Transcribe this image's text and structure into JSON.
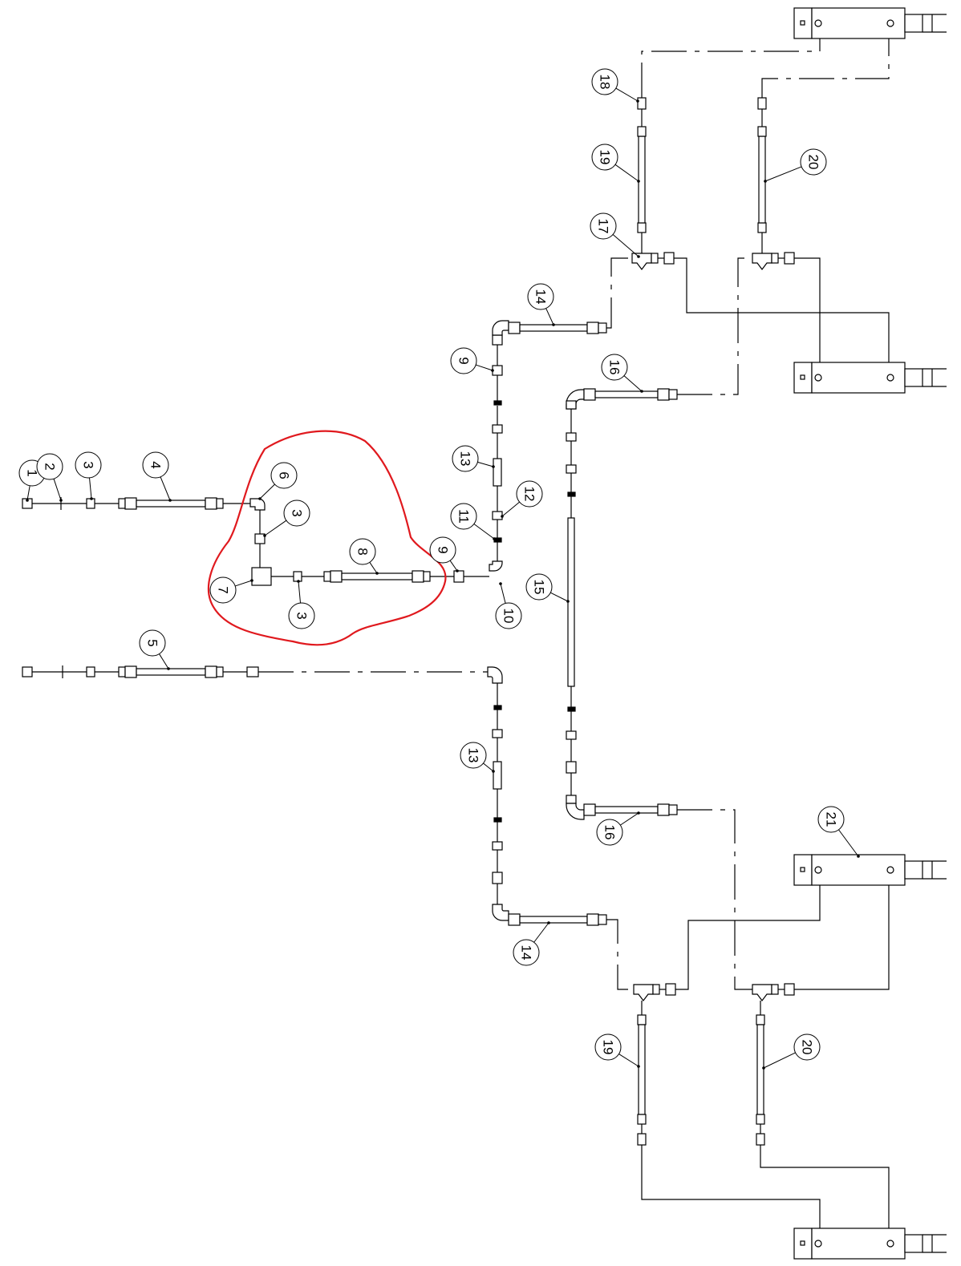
{
  "diagram": {
    "kind": "hydraulic hose routing schematic",
    "line_color": "#000000",
    "highlight_color": "#e0191e",
    "balloons": [
      {
        "id": "b1",
        "label": "1"
      },
      {
        "id": "b2",
        "label": "2"
      },
      {
        "id": "b3a",
        "label": "3"
      },
      {
        "id": "b4",
        "label": "4"
      },
      {
        "id": "b6",
        "label": "6"
      },
      {
        "id": "b3b",
        "label": "3"
      },
      {
        "id": "b7",
        "label": "7"
      },
      {
        "id": "b8",
        "label": "8"
      },
      {
        "id": "b3c",
        "label": "3"
      },
      {
        "id": "b9a",
        "label": "9"
      },
      {
        "id": "b10",
        "label": "10"
      },
      {
        "id": "b11",
        "label": "11"
      },
      {
        "id": "b12",
        "label": "12"
      },
      {
        "id": "b13a",
        "label": "13"
      },
      {
        "id": "b9b",
        "label": "9"
      },
      {
        "id": "b14a",
        "label": "14"
      },
      {
        "id": "b15",
        "label": "15"
      },
      {
        "id": "b16a",
        "label": "16"
      },
      {
        "id": "b17",
        "label": "17"
      },
      {
        "id": "b18",
        "label": "18"
      },
      {
        "id": "b19a",
        "label": "19"
      },
      {
        "id": "b20a",
        "label": "20"
      },
      {
        "id": "b5",
        "label": "5"
      },
      {
        "id": "b13b",
        "label": "13"
      },
      {
        "id": "b16b",
        "label": "16"
      },
      {
        "id": "b14b",
        "label": "14"
      },
      {
        "id": "b21",
        "label": "21"
      },
      {
        "id": "b19b",
        "label": "19"
      },
      {
        "id": "b20b",
        "label": "20"
      }
    ]
  }
}
